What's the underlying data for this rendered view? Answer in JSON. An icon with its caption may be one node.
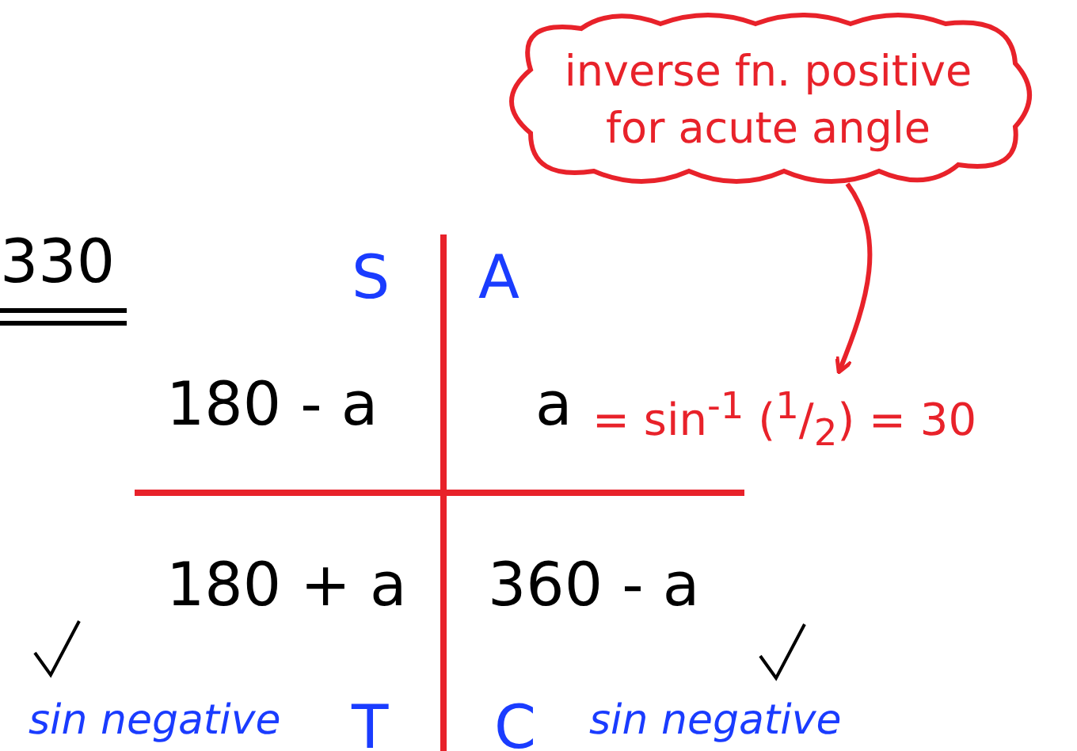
{
  "diagram": {
    "nodes": [
      {
        "text": [
          "inverse fn. positive for acute angle"
        ]
      },
      {
        "text": [
          "= sin$^{-1}$ ($^{1}$/$_{2}$) = 30"
        ]
      }
    ],
    "edges": [
      {
        "from": 0,
        "to": 1,
        "arrow": "to"
      }
    ],
    "labels": [
      "330",
      "S",
      "A",
      "180 - a",
      "a",
      "180 + a",
      "360 - a",
      "sin negative",
      "T",
      "C",
      "sin negative"
    ]
  }
}
